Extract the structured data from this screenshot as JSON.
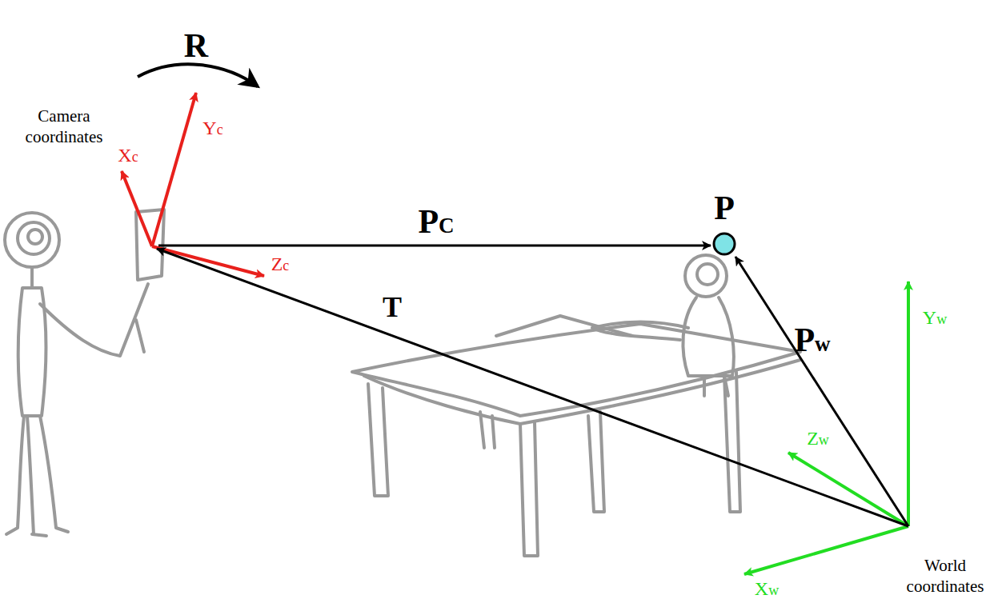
{
  "diagram": {
    "labels": [
      "R",
      "Camera coordinates",
      "Xc",
      "Yc",
      "Zc",
      "PC",
      "P",
      "T",
      "Pw",
      "Yw",
      "Zw",
      "Xw",
      "World coordinates"
    ]
  }
}
